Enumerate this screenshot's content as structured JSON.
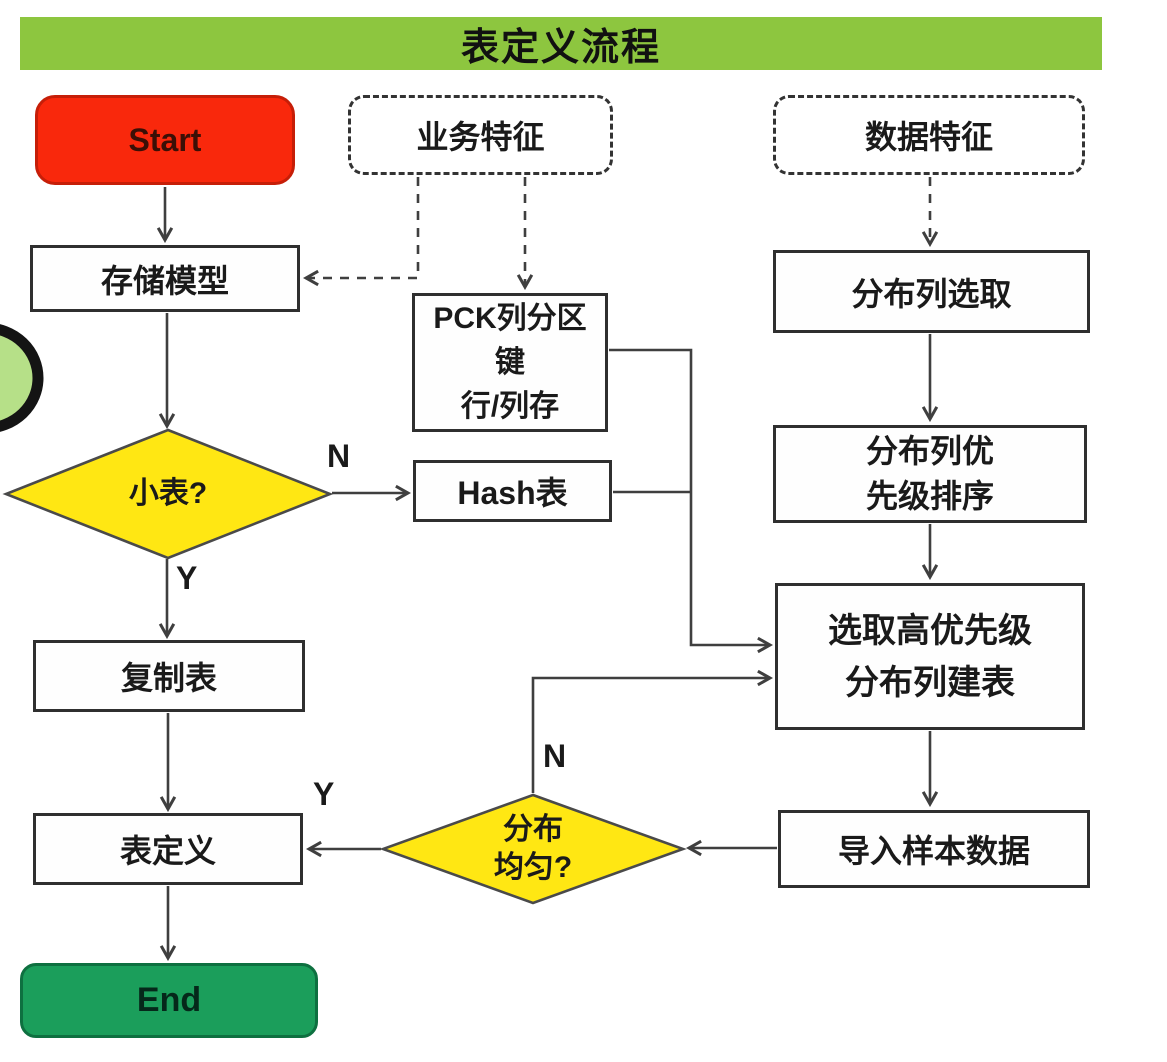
{
  "title": "表定义流程",
  "nodes": {
    "start": {
      "label": "Start"
    },
    "storage_model": {
      "label": "存储模型"
    },
    "small_table": {
      "label": "小表?"
    },
    "replicated_table": {
      "label": "复制表"
    },
    "table_definition": {
      "label": "表定义"
    },
    "end": {
      "label": "End"
    },
    "business_features": {
      "label": "业务特征"
    },
    "pck": {
      "lines": [
        "PCK列分区",
        "键",
        "行/列存"
      ]
    },
    "hash_table": {
      "label": "Hash表"
    },
    "data_features": {
      "label": "数据特征"
    },
    "dist_col_select": {
      "label": "分布列选取"
    },
    "dist_col_priority": {
      "lines": [
        "分布列优",
        "先级排序"
      ]
    },
    "create_table": {
      "lines": [
        "选取高优先级",
        "分布列建表"
      ]
    },
    "import_sample": {
      "label": "导入样本数据"
    },
    "dist_uniform": {
      "lines": [
        "分布",
        "均匀?"
      ]
    }
  },
  "edge_labels": {
    "small_table_no": "N",
    "small_table_yes": "Y",
    "uniform_no": "N",
    "uniform_yes": "Y"
  },
  "colors": {
    "banner_green": "#8dc63f",
    "start_red": "#f9280c",
    "start_border": "#c61e08",
    "end_green": "#1b9e5b",
    "end_border": "#0e7040",
    "decision_yellow": "#ffe713",
    "box_background": "#fefefe",
    "box_border": "#2f2f2f",
    "line_color": "#3f3f3f",
    "accent_circle_green": "#b6e088"
  }
}
